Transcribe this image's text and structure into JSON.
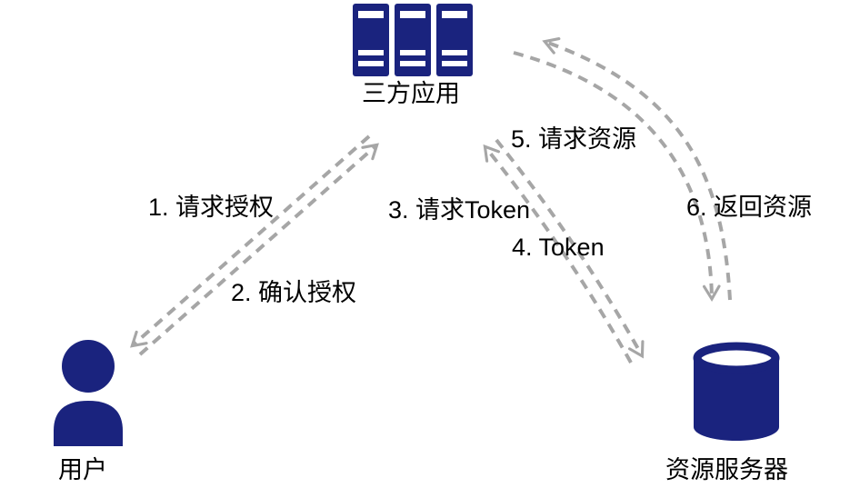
{
  "colors": {
    "icon_blue": "#1a237e",
    "arrow_gray": "#a6a6a6",
    "text_black": "#000000",
    "background": "#ffffff"
  },
  "nodes": {
    "app": {
      "label": "三方应用",
      "icon": "server-books-icon"
    },
    "user": {
      "label": "用户",
      "icon": "person-icon"
    },
    "resource_server": {
      "label": "资源服务器",
      "icon": "database-icon"
    }
  },
  "edges": {
    "e1": {
      "label": "1. 请求授权",
      "from": "app",
      "to": "user"
    },
    "e2": {
      "label": "2. 确认授权",
      "from": "user",
      "to": "app"
    },
    "e3": {
      "label": "3. 请求Token",
      "from": "app",
      "to": "resource_server"
    },
    "e4": {
      "label": "4. Token",
      "from": "resource_server",
      "to": "app"
    },
    "e5": {
      "label": "5. 请求资源",
      "from": "app",
      "to": "resource_server"
    },
    "e6": {
      "label": "6. 返回资源",
      "from": "resource_server",
      "to": "app"
    }
  }
}
